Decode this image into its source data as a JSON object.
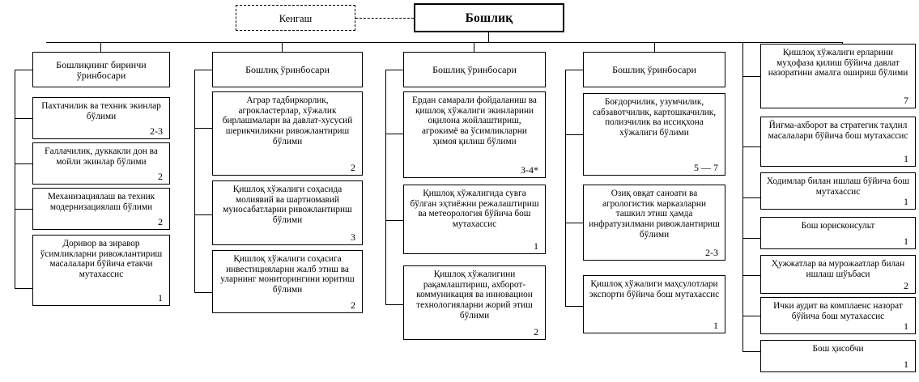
{
  "diagram": {
    "title_root": "Бошлиқ",
    "council": "Кенгаш",
    "columns": [
      {
        "header": "Бошлиқнинг биринчи ўринбосари",
        "nodes": [
          {
            "text": "Пахтачилик ва техник экинлар бўлими",
            "count": "2-3"
          },
          {
            "text": "Ғаллачилик, дуккакли дон ва мойли экинлар бўлими",
            "count": "2"
          },
          {
            "text": "Механизациялаш ва техник модернизациялаш бўлими",
            "count": "2"
          },
          {
            "text": "Доривор ва зиравор ўсимликларни ривожлантириш масалалари бўйича етакчи мутахассис",
            "count": "1"
          }
        ]
      },
      {
        "header": "Бошлиқ ўринбосари",
        "nodes": [
          {
            "text": "Аграр тадбиркорлик, агрокластерлар, хўжалик бирлашмалари ва давлат-хусусий шерикчиликни ривожлантириш бўлими",
            "count": "2"
          },
          {
            "text": "Қишлоқ хўжалиги соҳасида молиявий ва шартномавий муносабатларни ривожлантириш бўлими",
            "count": "3"
          },
          {
            "text": "Қишлоқ хўжалиги соҳасига инвестицияларни жалб этиш ва уларнинг мониторингини юритиш бўлими",
            "count": "2"
          }
        ]
      },
      {
        "header": "Бошлиқ ўринбосари",
        "nodes": [
          {
            "text": "Ердан самарали фойдаланиш ва қишлоқ хўжалиги экинларини оқилона жойлаштириш, агрокимё ва ўсимликларни ҳимоя қилиш бўлими",
            "count": "3-4*"
          },
          {
            "text": "Қишлоқ хўжалигида сувга бўлган эҳтиёжни режалаштириш ва метеорология бўйича бош мутахассис",
            "count": "1"
          },
          {
            "text": "Қишлоқ хўжалигини рақамлаштириш, ахборот-коммуникация ва инновацион технологияларни жорий этиш бўлими",
            "count": "2"
          }
        ]
      },
      {
        "header": "Бошлиқ ўринбосари",
        "nodes": [
          {
            "text": "Боғдорчилик, узумчилик, сабзавотчилик, картошкачилик, полизчилик ва иссиқхона хўжалиги бўлими",
            "count": "5 — 7"
          },
          {
            "text": "Озиқ овқат саноати ва агрологистик марказларни ташкил этиш ҳамда инфратузилмани ривожлантириш бўлими",
            "count": "2-3"
          },
          {
            "text": "Қишлоқ хўжалиги маҳсулотлари экспорти бўйича бош мутахассис",
            "count": "1"
          }
        ]
      },
      {
        "header": "",
        "nodes": [
          {
            "text": "Қишлоқ хўжалиги ерларини муҳофаза қилиш бўйича давлат назоратини амалга ошириш бўлими",
            "count": "7"
          },
          {
            "text": "Йиғма-ахборот ва  стратегик таҳлил масалалари бўйича бош мутахассис",
            "count": "1"
          },
          {
            "text": "Ходимлар билан ишлаш бўйича бош мутахассис",
            "count": "1"
          },
          {
            "text": "Бош юрисконсульт",
            "count": "1"
          },
          {
            "text": "Ҳужжатлар ва мурожаатлар билан ишлаш шўъбаси",
            "count": "2"
          },
          {
            "text": "Ички аудит ва комплаенс назорат бўйича бош мутахассис",
            "count": "1"
          },
          {
            "text": "Бош ҳисобчи",
            "count": "1"
          }
        ]
      }
    ]
  }
}
